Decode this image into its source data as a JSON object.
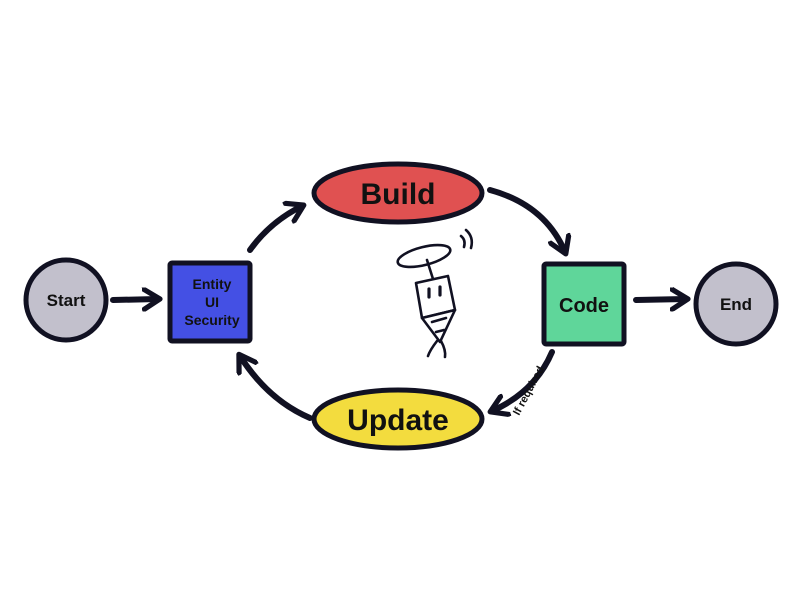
{
  "nodes": {
    "start": {
      "label": "Start",
      "fill": "#c2c0cc"
    },
    "config": {
      "lines": [
        "Entity",
        "UI",
        "Security"
      ],
      "fill": "#4450e4"
    },
    "build": {
      "label": "Build",
      "fill": "#e05151"
    },
    "code": {
      "label": "Code",
      "fill": "#5fd69a"
    },
    "update": {
      "label": "Update",
      "fill": "#f3dc3e"
    },
    "end": {
      "label": "End",
      "fill": "#c2c0cc"
    }
  },
  "edges": {
    "code_to_update_label": "If required"
  },
  "colors": {
    "stroke": "#111122"
  },
  "icons": {
    "mascot": "propeller-pencil-robot-icon"
  }
}
